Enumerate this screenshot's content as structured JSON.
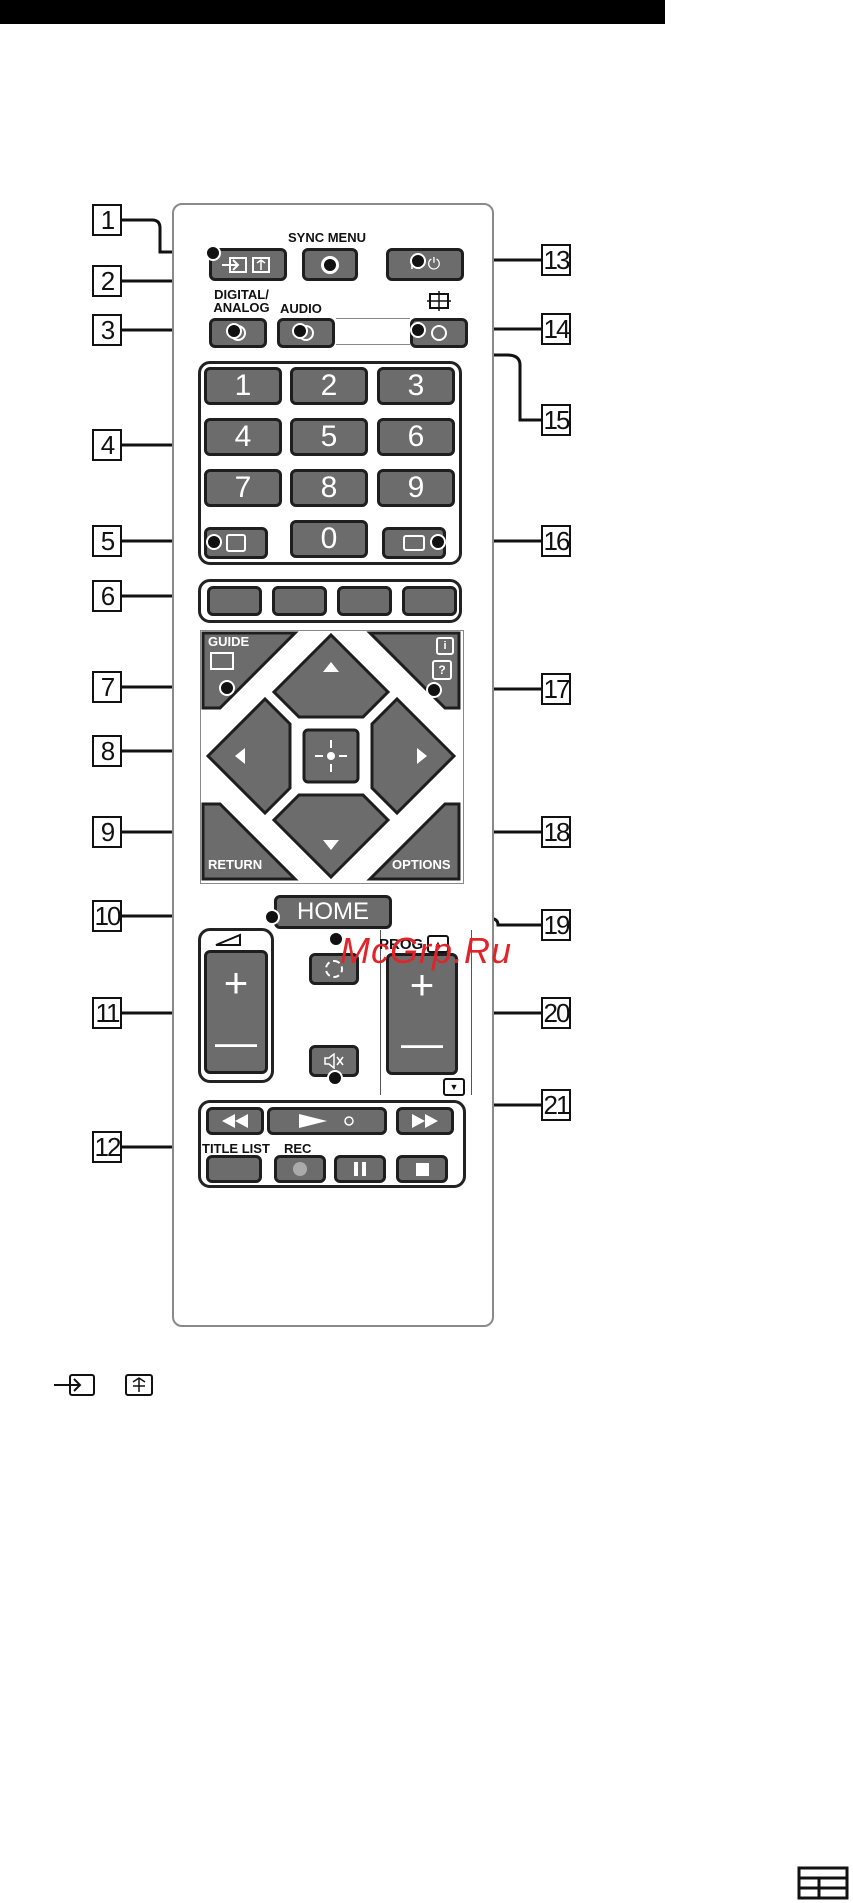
{
  "remote": {
    "sync_menu_label": "SYNC MENU",
    "digital_analog_label": "DIGITAL/\nANALOG",
    "audio_label": "AUDIO",
    "numbers": [
      "1",
      "2",
      "3",
      "4",
      "5",
      "6",
      "7",
      "8",
      "9",
      "0"
    ],
    "guide_label": "GUIDE",
    "return_label": "RETURN",
    "options_label": "OPTIONS",
    "home_label": "HOME",
    "prog_label": "PROG",
    "title_list_label": "TITLE LIST",
    "rec_label": "REC",
    "power_label": "I / ⏻",
    "volume_plus": "+",
    "volume_minus": "—",
    "prog_plus": "+",
    "prog_minus": "—",
    "color_keys": [
      "#6c6c6c",
      "#6c6c6c",
      "#6c6c6c",
      "#6c6c6c"
    ]
  },
  "callouts": [
    "1",
    "2",
    "3",
    "4",
    "5",
    "6",
    "7",
    "8",
    "9",
    "10",
    "11",
    "12",
    "13",
    "14",
    "15",
    "16",
    "17",
    "18",
    "19",
    "20",
    "21"
  ],
  "watermark": "McGrp.Ru",
  "icons": {
    "input": "input-icon",
    "text_hold": "text-hold-icon"
  }
}
